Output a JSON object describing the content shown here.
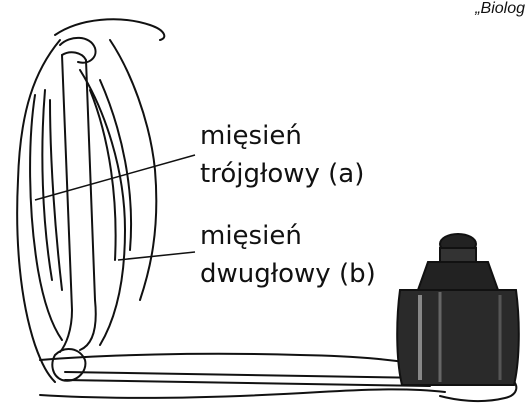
{
  "source_caption": "„Biolog",
  "labels": {
    "triceps": {
      "line1": "mięsień",
      "line2": "trójgłowy (a)"
    },
    "biceps": {
      "line1": "mięsień",
      "line2": "dwugłowy (b)"
    }
  },
  "colors": {
    "ink": "#111111",
    "background": "#ffffff"
  }
}
